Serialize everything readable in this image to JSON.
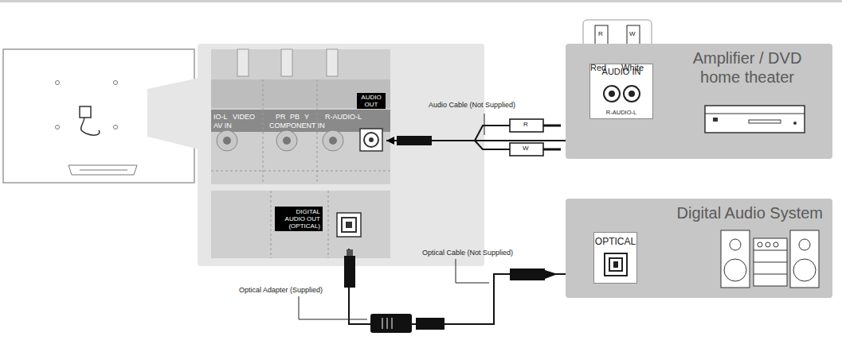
{
  "diagram": {
    "nodes": [
      {
        "text": [
          "AUDIO OUT"
        ]
      },
      {
        "text": [
          "DIGITAL AUDIO OUT (OPTICAL)"
        ]
      },
      {
        "text": [
          "Amplifier / DVD home theater"
        ]
      },
      {
        "text": [
          "AUDIO IN",
          "R-AUDIO-L"
        ],
        "in": 2
      },
      {
        "text": [
          "Digital Audio System"
        ]
      },
      {
        "text": [
          "OPTICAL"
        ],
        "in": 4
      }
    ],
    "edges": [
      {
        "from": 2,
        "to": 0,
        "arrow": "to"
      },
      {
        "from": 1,
        "to": 4,
        "arrow": "none"
      }
    ],
    "labels": [
      "IO-L",
      "VIDEO",
      "AV IN",
      "PR",
      "PB",
      "Y",
      "R-AUDIO-L",
      "COMPONENT IN",
      "R",
      "W",
      "Red",
      "White",
      "Audio Cable (Not Supplied)",
      "R",
      "W",
      "Optical Cable (Not Supplied)",
      "Optical Adapter (Supplied)"
    ]
  }
}
